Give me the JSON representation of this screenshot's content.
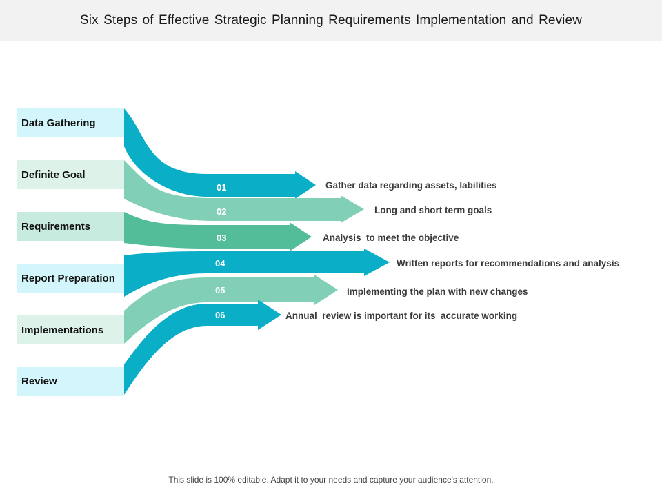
{
  "title": "Six Steps of Effective Strategic Planning Requirements Implementation and Review",
  "colors": {
    "teal_dark": "#0aaec6",
    "mint_light": "#80cfb6",
    "green_mid": "#52bd98",
    "label_cyan": "#d2f6fb",
    "label_mint": "#ddf3ea",
    "label_green": "#c7ebde"
  },
  "steps": [
    {
      "label": "Data Gathering"
    },
    {
      "label": "Definite Goal"
    },
    {
      "label": "Requirements"
    },
    {
      "label": "Report Preparation"
    },
    {
      "label": "Implementations"
    },
    {
      "label": "Review"
    }
  ],
  "arrows": [
    {
      "number": "01",
      "description": "Gather data regarding assets, labilities",
      "color": "teal_dark"
    },
    {
      "number": "02",
      "description": "Long and short term goals",
      "color": "mint_light"
    },
    {
      "number": "03",
      "description": "Analysis  to meet the objective",
      "color": "green_mid"
    },
    {
      "number": "04",
      "description": "Written reports for recommendations and analysis",
      "color": "teal_dark"
    },
    {
      "number": "05",
      "description": "Implementing the plan with new changes",
      "color": "mint_light"
    },
    {
      "number": "06",
      "description": "Annual  review is important for its  accurate working",
      "color": "teal_dark"
    }
  ],
  "footer": "This slide is 100% editable. Adapt it to your needs and capture your audience's attention."
}
